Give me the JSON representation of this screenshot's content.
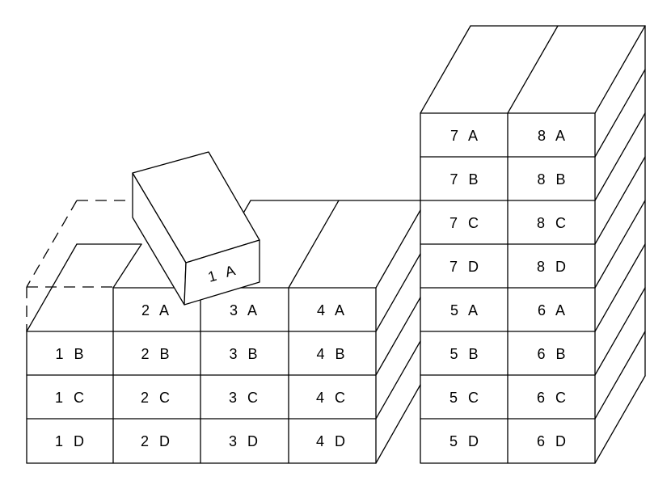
{
  "stacks": {
    "low": {
      "row_a": [
        "",
        "2 A",
        "3 A",
        "4 A"
      ],
      "row_b": [
        "1 B",
        "2 B",
        "3 B",
        "4 B"
      ],
      "row_c": [
        "1 C",
        "2 C",
        "3 C",
        "4 C"
      ],
      "row_d": [
        "1 D",
        "2 D",
        "3 D",
        "4 D"
      ]
    },
    "tall": {
      "rows": [
        [
          "7 A",
          "8 A"
        ],
        [
          "7 B",
          "8 B"
        ],
        [
          "7 C",
          "8 C"
        ],
        [
          "7 D",
          "8 D"
        ],
        [
          "5 A",
          "6 A"
        ],
        [
          "5 B",
          "6 B"
        ],
        [
          "5 C",
          "6 C"
        ],
        [
          "5 D",
          "6 D"
        ]
      ]
    },
    "tilted_box": {
      "label": "1 A"
    }
  }
}
